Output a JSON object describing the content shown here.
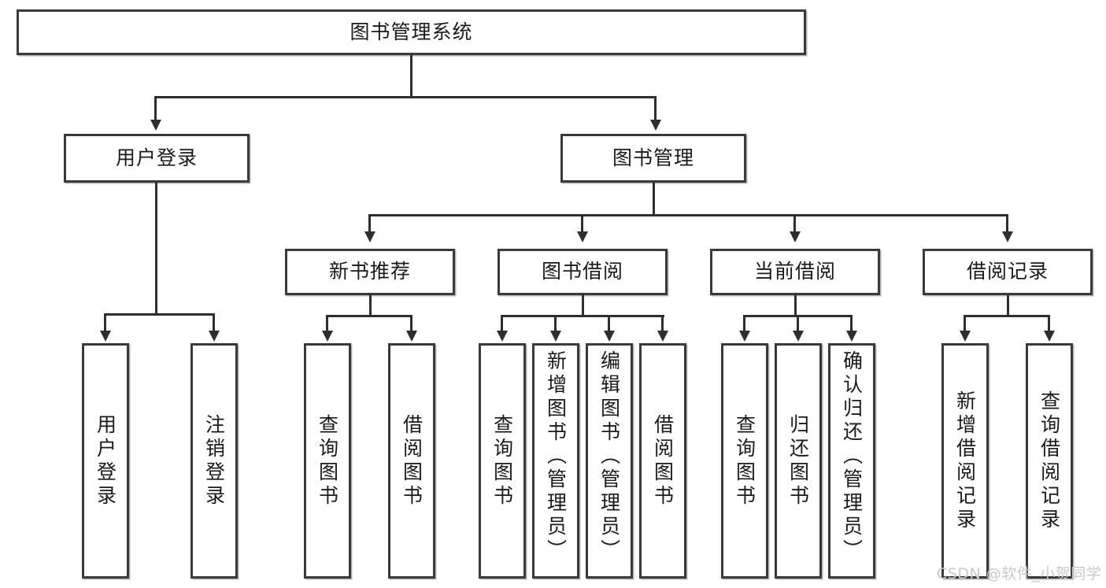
{
  "diagram": {
    "title": "图书管理系统",
    "watermark": "CSDN @软件_小贺同学",
    "root": {
      "label": "图书管理系统"
    },
    "level2": [
      {
        "label": "用户登录"
      },
      {
        "label": "图书管理"
      }
    ],
    "level3": [
      {
        "label": "新书推荐"
      },
      {
        "label": "图书借阅"
      },
      {
        "label": "当前借阅"
      },
      {
        "label": "借阅记录"
      }
    ],
    "leaves_user_login": [
      {
        "label": "用户登录"
      },
      {
        "label": "注销登录"
      }
    ],
    "leaves_new_book": [
      {
        "label": "查询图书"
      },
      {
        "label": "借阅图书"
      }
    ],
    "leaves_borrow": [
      {
        "label": "查询图书"
      },
      {
        "label": "新增图书（管理员）"
      },
      {
        "label": "编辑图书（管理员）"
      },
      {
        "label": "借阅图书"
      }
    ],
    "leaves_current": [
      {
        "label": "查询图书"
      },
      {
        "label": "归还图书"
      },
      {
        "label": "确认归还（管理员）"
      }
    ],
    "leaves_records": [
      {
        "label": "新增借阅记录"
      },
      {
        "label": "查询借阅记录"
      }
    ],
    "colors": {
      "border": "#3a3a3a",
      "line": "#2e2e2e",
      "text": "#1a1a1a",
      "background": "#ffffff",
      "watermark": "#c9c9c9"
    }
  }
}
